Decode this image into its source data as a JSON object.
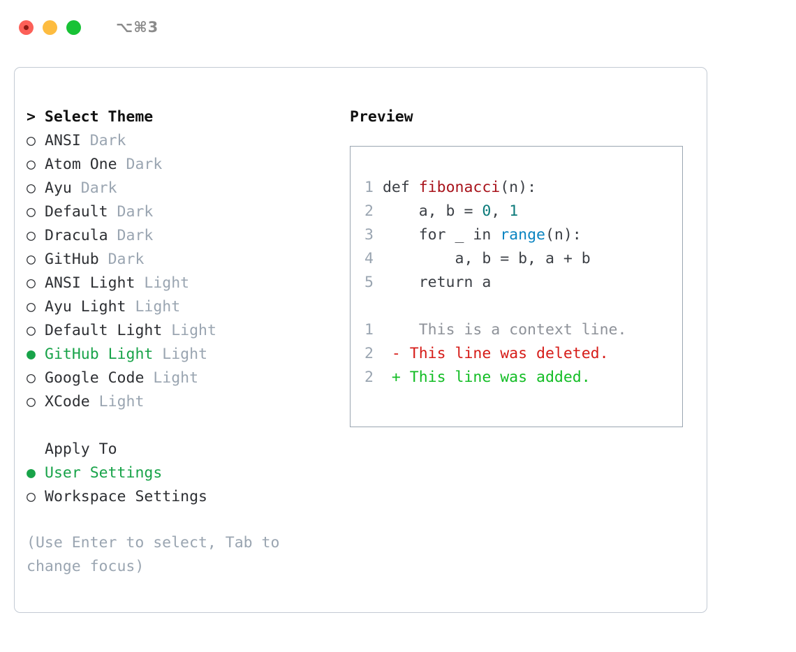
{
  "window": {
    "shortcut_label": "⌥⌘3",
    "traffic_lights": [
      "close-button",
      "minimize-button",
      "zoom-button"
    ]
  },
  "theme_panel": {
    "heading": "> Select Theme",
    "bullet_unselected": "○",
    "bullet_selected": "●",
    "items": [
      {
        "name": "ANSI",
        "variant": "Dark",
        "selected": false
      },
      {
        "name": "Atom One",
        "variant": "Dark",
        "selected": false
      },
      {
        "name": "Ayu",
        "variant": "Dark",
        "selected": false
      },
      {
        "name": "Default",
        "variant": "Dark",
        "selected": false
      },
      {
        "name": "Dracula",
        "variant": "Dark",
        "selected": false
      },
      {
        "name": "GitHub",
        "variant": "Dark",
        "selected": false
      },
      {
        "name": "ANSI Light",
        "variant": "Light",
        "selected": false
      },
      {
        "name": "Ayu Light",
        "variant": "Light",
        "selected": false
      },
      {
        "name": "Default Light",
        "variant": "Light",
        "selected": false
      },
      {
        "name": "GitHub Light",
        "variant": "Light",
        "selected": true
      },
      {
        "name": "Google Code",
        "variant": "Light",
        "selected": false
      },
      {
        "name": "XCode",
        "variant": "Light",
        "selected": false
      }
    ]
  },
  "apply_to": {
    "heading": "Apply To",
    "items": [
      {
        "name": "User Settings",
        "selected": true
      },
      {
        "name": "Workspace Settings",
        "selected": false
      }
    ]
  },
  "hint": {
    "line1": "(Use Enter to select, Tab to",
    "line2": "change focus)"
  },
  "preview": {
    "heading": "Preview",
    "code_lines": [
      {
        "no": "1",
        "segments": [
          {
            "t": "def ",
            "c": "plain"
          },
          {
            "t": "fibonacci",
            "c": "fn"
          },
          {
            "t": "(n):",
            "c": "plain"
          }
        ]
      },
      {
        "no": "2",
        "segments": [
          {
            "t": "    a, b = ",
            "c": "plain"
          },
          {
            "t": "0",
            "c": "num"
          },
          {
            "t": ", ",
            "c": "plain"
          },
          {
            "t": "1",
            "c": "num"
          }
        ]
      },
      {
        "no": "3",
        "segments": [
          {
            "t": "    for _ in ",
            "c": "plain"
          },
          {
            "t": "range",
            "c": "call"
          },
          {
            "t": "(n):",
            "c": "plain"
          }
        ]
      },
      {
        "no": "4",
        "segments": [
          {
            "t": "        a, b = b, a + b",
            "c": "plain"
          }
        ]
      },
      {
        "no": "5",
        "segments": [
          {
            "t": "    return a",
            "c": "plain"
          }
        ]
      }
    ],
    "diff_lines": [
      {
        "no": "1",
        "marker": " ",
        "text": "  This is a context line.",
        "kind": "ctx"
      },
      {
        "no": "2",
        "marker": "-",
        "text": " This line was deleted.",
        "kind": "del"
      },
      {
        "no": "2",
        "marker": "+",
        "text": " This line was added.",
        "kind": "add"
      }
    ]
  },
  "colors": {
    "accent_green": "#18a349",
    "muted_gray": "#9aa5b1",
    "border": "#c3cad4",
    "preview_border": "#9aa5b1",
    "code_fn_red": "#a8131b",
    "code_num_teal": "#0b7a7a",
    "code_call_blue": "#0a84c1",
    "diff_del_red": "#d61c18",
    "diff_add_green": "#13bd25"
  }
}
